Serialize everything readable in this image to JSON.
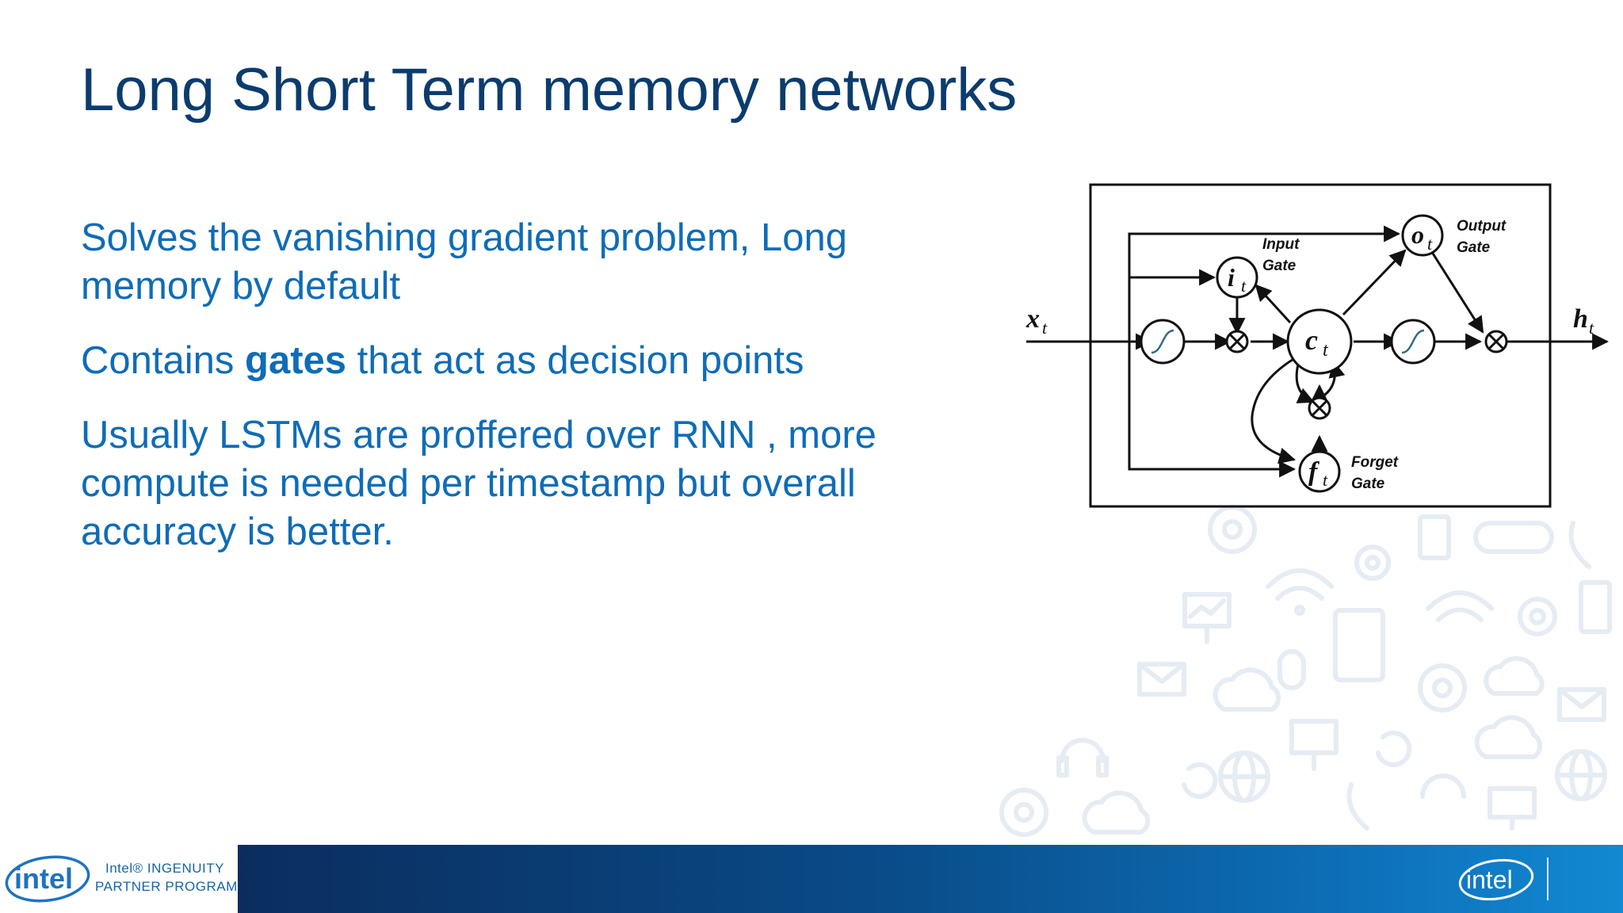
{
  "slide": {
    "title": "Long Short Term memory networks",
    "bullets": [
      {
        "text": "Solves the vanishing gradient problem, Long memory by default"
      },
      {
        "before": "Contains ",
        "bold": "gates",
        "after": " that act as decision points"
      },
      {
        "text": "Usually LSTMs are proffered over RNN , more compute is needed per timestamp but overall accuracy is better."
      }
    ]
  },
  "diagram": {
    "input_label": "x",
    "output_label": "h",
    "subscript": "t",
    "cell_label": "c",
    "input_gate_symbol": "i",
    "output_gate_symbol": "o",
    "forget_gate_symbol": "f",
    "input_gate_line1": "Input",
    "input_gate_line2": "Gate",
    "output_gate_line1": "Output",
    "output_gate_line2": "Gate",
    "forget_gate_line1": "Forget",
    "forget_gate_line2": "Gate"
  },
  "footer": {
    "intel_badge_text": "intel",
    "program_line1": "Intel® INGENUITY",
    "program_line2": "PARTNER PROGRAM",
    "intel_right_text": "intel"
  },
  "colors": {
    "title": "#0b3c6e",
    "body_text": "#0f6cb7",
    "footer_dark": "#0b2d5e",
    "footer_light": "#1289d2"
  },
  "icons": [
    "at-icon",
    "chat-bubble-icon",
    "wifi-icon",
    "gear-icon",
    "phone-icon",
    "presentation-icon",
    "tablet-icon",
    "mouse-icon",
    "mail-icon",
    "cloud-icon",
    "refresh-icon",
    "headphones-icon",
    "globe-icon",
    "monitor-icon"
  ]
}
